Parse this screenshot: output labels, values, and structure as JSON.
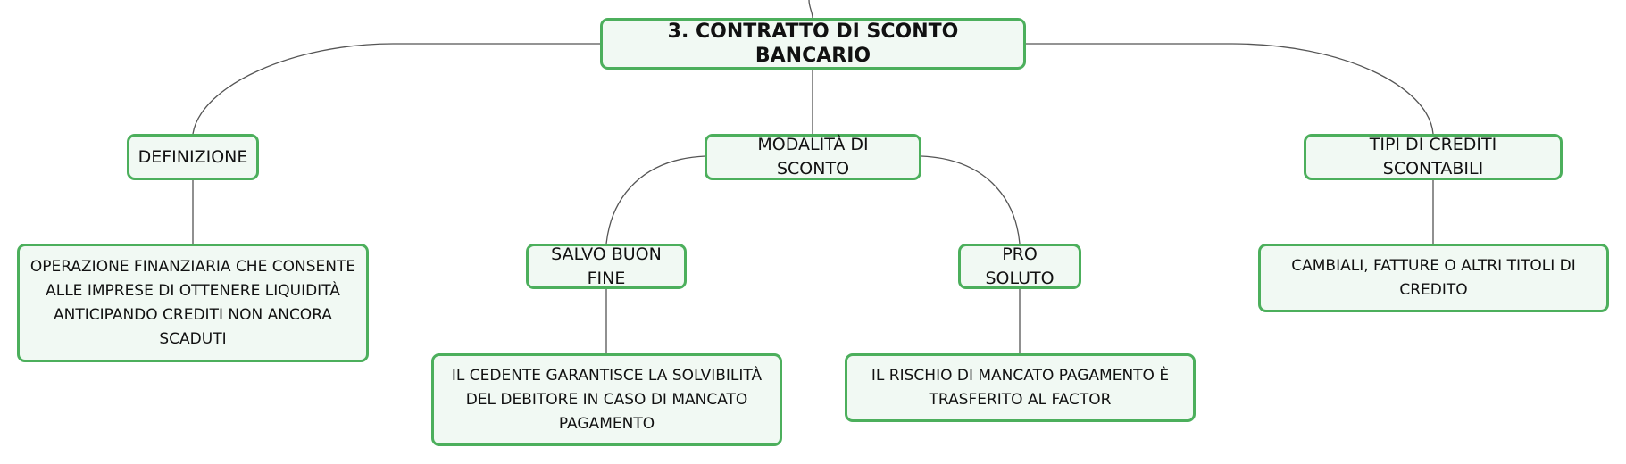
{
  "diagram": {
    "root": {
      "label": "3. CONTRATTO DI SCONTO BANCARIO"
    },
    "definizione": {
      "label": "DEFINIZIONE",
      "detail": "OPERAZIONE FINANZIARIA CHE CONSENTE ALLE IMPRESE DI OTTENERE LIQUIDITÀ ANTICIPANDO CREDITI NON ANCORA SCADUTI"
    },
    "modalita": {
      "label": "MODALITÀ DI SCONTO",
      "salvo_buon_fine": {
        "label": "SALVO BUON FINE",
        "detail": "IL CEDENTE GARANTISCE LA SOLVIBILITÀ DEL DEBITORE IN CASO DI MANCATO PAGAMENTO"
      },
      "pro_soluto": {
        "label": "PRO SOLUTO",
        "detail": "IL RISCHIO DI MANCATO PAGAMENTO È TRASFERITO AL FACTOR"
      }
    },
    "tipi": {
      "label": "TIPI DI CREDITI SCONTABILI",
      "detail": "CAMBIALI, FATTURE O ALTRI TITOLI DI CREDITO"
    }
  },
  "colors": {
    "node_border": "#4caf5c",
    "node_fill": "#f1f9f3",
    "connector": "#555555"
  }
}
